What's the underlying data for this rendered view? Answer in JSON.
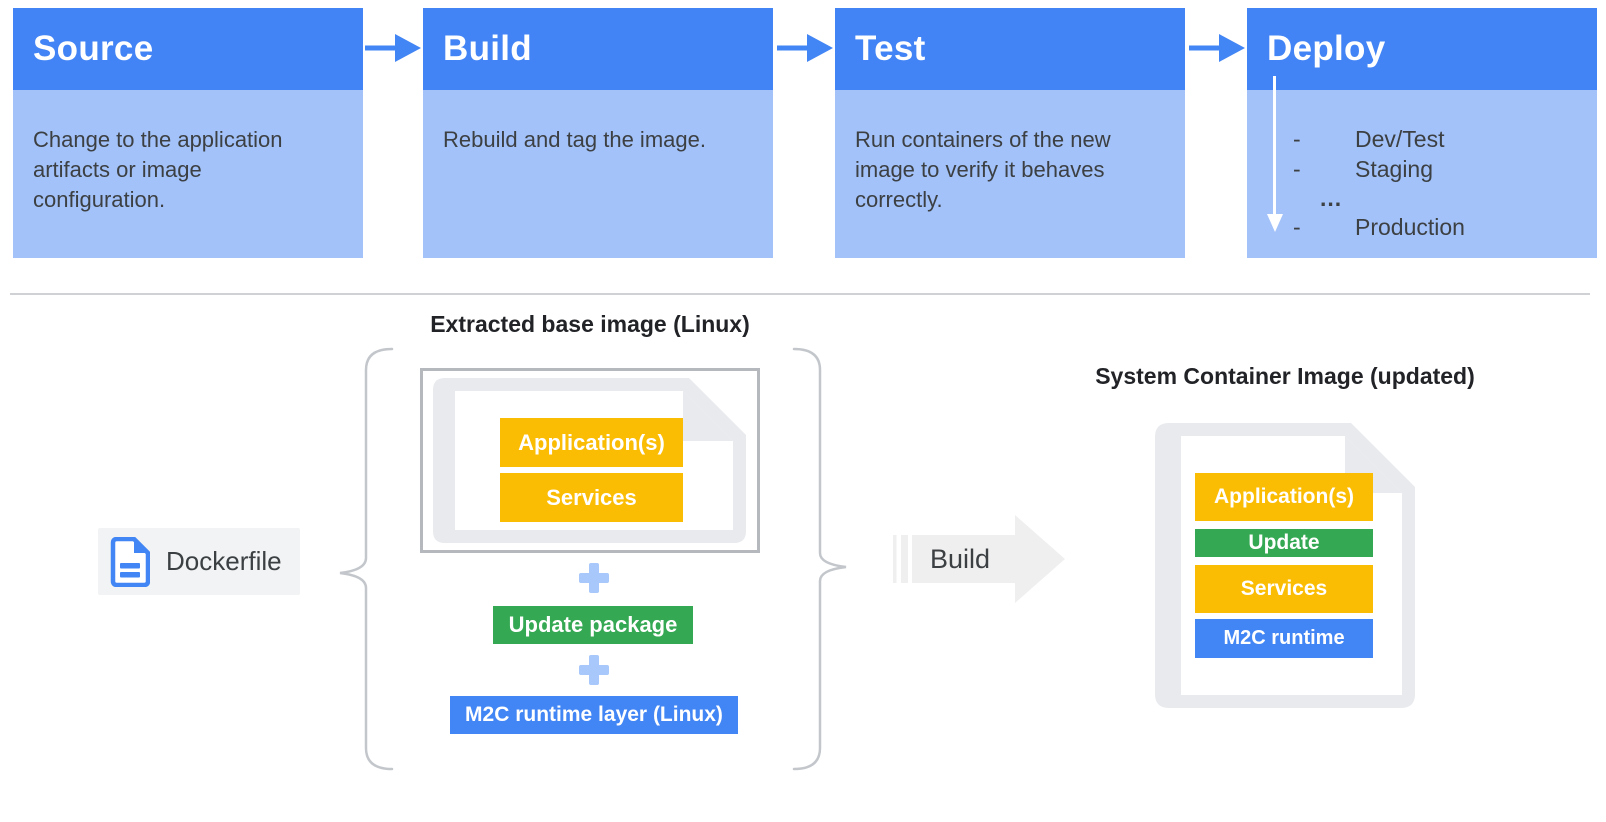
{
  "pipeline": {
    "stages": [
      {
        "title": "Source",
        "description": "Change to the application artifacts or image configuration."
      },
      {
        "title": "Build",
        "description": "Rebuild and tag the image."
      },
      {
        "title": "Test",
        "description": "Run containers of the new image to verify it behaves correctly."
      },
      {
        "title": "Deploy",
        "items": [
          {
            "bullet": "-",
            "label": "Dev/Test"
          },
          {
            "bullet": "-",
            "label": "Staging"
          },
          {
            "bullet": "...",
            "label": ""
          },
          {
            "bullet": "-",
            "label": "Production"
          }
        ]
      }
    ]
  },
  "build_flow": {
    "dockerfile_label": "Dockerfile",
    "extracted_title": "Extracted base image (Linux)",
    "base_layers": [
      {
        "label": "Application(s)",
        "color": "#FBBC04"
      },
      {
        "label": "Services",
        "color": "#FBBC04"
      }
    ],
    "update_package": {
      "label": "Update package",
      "color": "#34A853"
    },
    "runtime_layer": {
      "label": "M2C runtime layer (Linux)",
      "color": "#4285F4"
    },
    "build_arrow_label": "Build",
    "result_title": "System Container Image (updated)",
    "result_layers": [
      {
        "label": "Application(s)",
        "color": "#FBBC04"
      },
      {
        "label": "Update",
        "color": "#34A853"
      },
      {
        "label": "Services",
        "color": "#FBBC04"
      },
      {
        "label": "M2C runtime",
        "color": "#4285F4"
      }
    ]
  },
  "icons": {
    "flow_arrow": "right-arrow",
    "deploy_flow_arrow": "down-arrow",
    "plus": "+",
    "dockerfile": "document",
    "brace": "curly-brace"
  },
  "colors": {
    "stage_header": "#4284F5",
    "stage_body": "#A3C2F9",
    "arrow_blue": "#4285F4",
    "yellow": "#FBBC04",
    "green": "#34A853",
    "blue": "#4285F4",
    "plus_blue": "#A8C7FA",
    "chip_gray": "#F1F3F4",
    "doc_border_gray": "#E8EAED",
    "text_dark": "#3C4043"
  }
}
